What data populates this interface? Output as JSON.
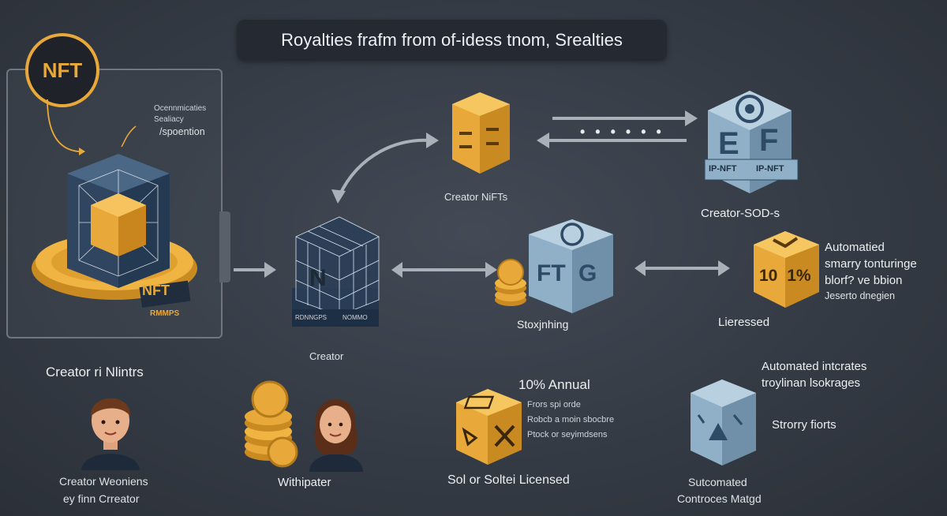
{
  "title": "Royalties frafm from of-idess tnom, Srealties",
  "left_panel": {
    "nft_badge": "NFT",
    "note_lines": [
      "Ocennmicaties",
      "Sealiacy",
      "/spoention"
    ],
    "base_plate_text": "NFT",
    "base_label_text": "RMMPS"
  },
  "center_cube": {
    "face_text": "N",
    "label_left": "RDNNGPS",
    "label_right": "NOMMO",
    "caption": "Creator"
  },
  "creator_nfts": {
    "caption": "Creator NiFTs"
  },
  "ip_nft_cube": {
    "face_letters": [
      "E",
      "F"
    ],
    "plate_left": "IP-NFT",
    "plate_right": "IP-NFT",
    "caption": "Creator-SOD-s"
  },
  "staking_cube": {
    "face_text": "FT G",
    "caption": "Stoxjnhing"
  },
  "licensed_cube": {
    "face_text": "10 1%",
    "caption": "Lieressed",
    "side_lines": [
      "Automatied",
      "smarry tonturinge",
      "blorf? ve bbion",
      "Jeserto dnegien"
    ]
  },
  "creator_person": {
    "heading": "Creator ri Nlintrs",
    "caption_lines": [
      "Creator Weoniens",
      "ey finn Crreator"
    ]
  },
  "coins_person": {
    "caption": "Withipater"
  },
  "annual_block": {
    "heading": "10% Annual",
    "lines": [
      "Frors spi orde",
      "Robcb a moin sbocbre",
      "Ptock or seyimdsens"
    ],
    "caption": "Sol or Soltei Licensed"
  },
  "automated_block": {
    "heading_lines": [
      "Automated intcrates",
      "troylinan lsokrages"
    ],
    "side_text": "Strorry fiorts",
    "caption_lines": [
      "Sutcomated",
      "Controces Matgd"
    ]
  },
  "colors": {
    "background": "#3a4049",
    "gold": "#e9a93a",
    "steel_blue": "#8fb0c6",
    "navy": "#2e4a66",
    "arrow": "#aab0b8"
  }
}
